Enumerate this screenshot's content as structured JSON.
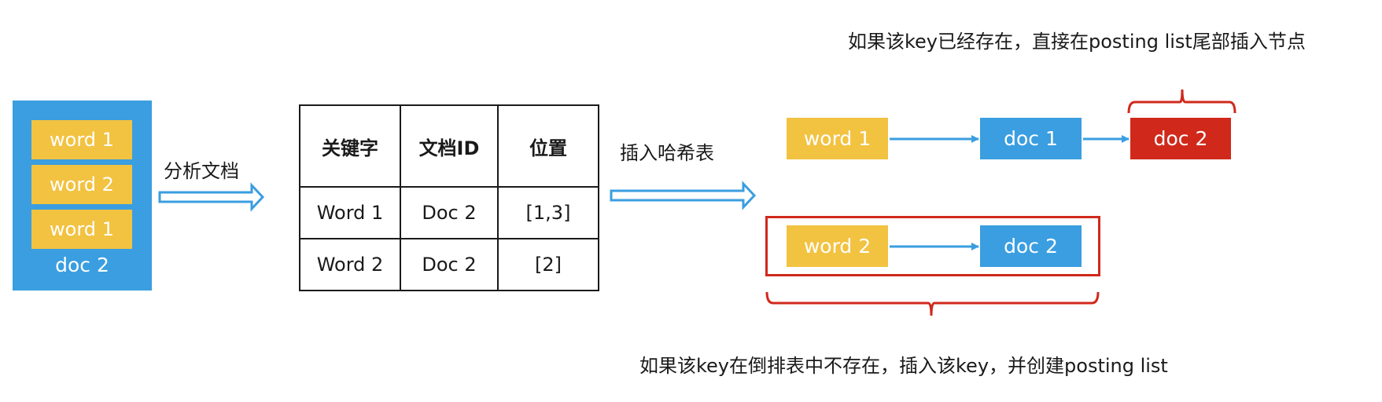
{
  "document": {
    "words": [
      "word 1",
      "word 2",
      "word 1"
    ],
    "label": "doc 2"
  },
  "step1_label": "分析文档",
  "table": {
    "headers": [
      "关键字",
      "文档ID",
      "位置"
    ],
    "rows": [
      [
        "Word 1",
        "Doc 2",
        "[1,3]"
      ],
      [
        "Word 2",
        "Doc 2",
        "[2]"
      ]
    ]
  },
  "step2_label": "插入哈希表",
  "hash_table": {
    "existing_key": {
      "key": "word 1",
      "postings": [
        "doc 1",
        "doc 2"
      ]
    },
    "new_key": {
      "key": "word 2",
      "postings": [
        "doc 2"
      ]
    }
  },
  "annotations": {
    "existing": "如果该key已经存在，直接在posting list尾部插入节点",
    "new": "如果该key在倒排表中不存在，插入该key，并创建posting list"
  },
  "colors": {
    "blue": "#3a9ee0",
    "yellow": "#f2c241",
    "red": "#d0291b"
  }
}
